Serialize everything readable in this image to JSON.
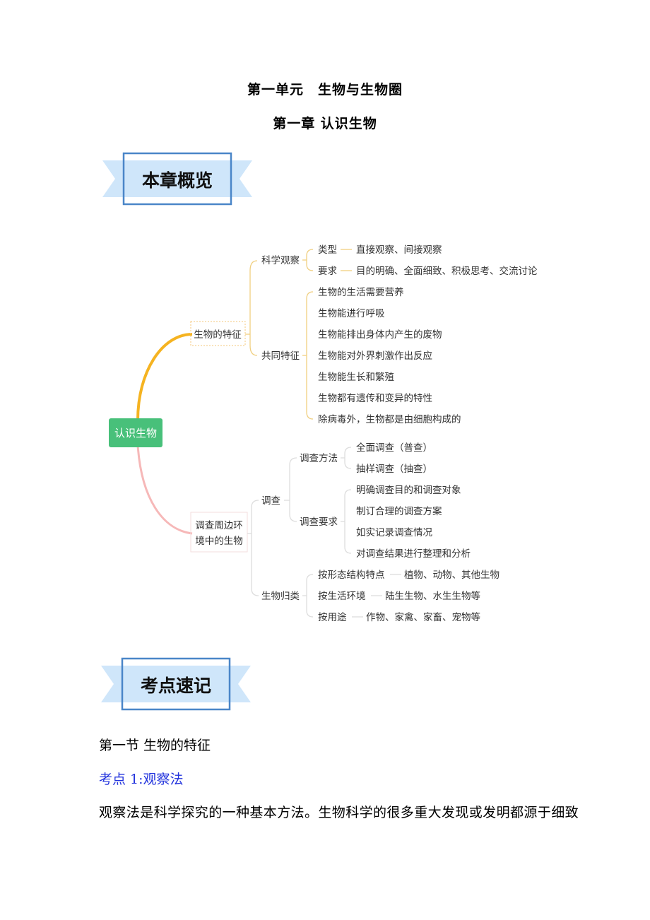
{
  "unit_title": "第一单元　生物与生物圈",
  "chapter_title": "第一章  认识生物",
  "banners": {
    "overview": "本章概览",
    "keypoints": "考点速记"
  },
  "colors": {
    "banner_fill": "#cfe6fa",
    "banner_border": "#4a86c8",
    "root_node": "#48c07a",
    "branch_upper": "#f5b321",
    "branch_lower": "#f6b8b8",
    "connector": "#f0cf80",
    "link_blue": "#2233dd"
  },
  "mindmap": {
    "root": "认识生物",
    "branch1": {
      "label": "生物的特征",
      "observe": {
        "label": "科学观察",
        "type_label": "类型",
        "type_value": "直接观察、间接观察",
        "req_label": "要求",
        "req_value": "目的明确、全面细致、积极思考、交流讨论"
      },
      "common": {
        "label": "共同特征",
        "items": [
          "生物的生活需要营养",
          "生物能进行呼吸",
          "生物能排出身体内产生的废物",
          "生物能对外界刺激作出反应",
          "生物能生长和繁殖",
          "生物都有遗传和变异的特性",
          "除病毒外，生物都是由细胞构成的"
        ]
      }
    },
    "branch2": {
      "label_line1": "调查周边环",
      "label_line2": "境中的生物",
      "survey": {
        "label": "调查",
        "method_label": "调查方法",
        "methods": [
          "全面调查（普查）",
          "抽样调查（抽查）"
        ],
        "req_label": "调查要求",
        "reqs": [
          "明确调查目的和调查对象",
          "制订合理的调查方案",
          "如实记录调查情况",
          "对调查结果进行整理和分析"
        ]
      },
      "classify": {
        "label": "生物归类",
        "rows": [
          {
            "label": "按形态结构特点",
            "value": "植物、动物、其他生物"
          },
          {
            "label": "按生活环境",
            "value": "陆生生物、水生生物等"
          },
          {
            "label": "按用途",
            "value": "作物、家禽、家畜、宠物等"
          }
        ]
      }
    }
  },
  "section_heading": "第一节  生物的特征",
  "kaodian": "考点 1:观察法",
  "paragraph": "观察法是科学探究的一种基本方法。生物科学的很多重大发现或发明都源于细致"
}
